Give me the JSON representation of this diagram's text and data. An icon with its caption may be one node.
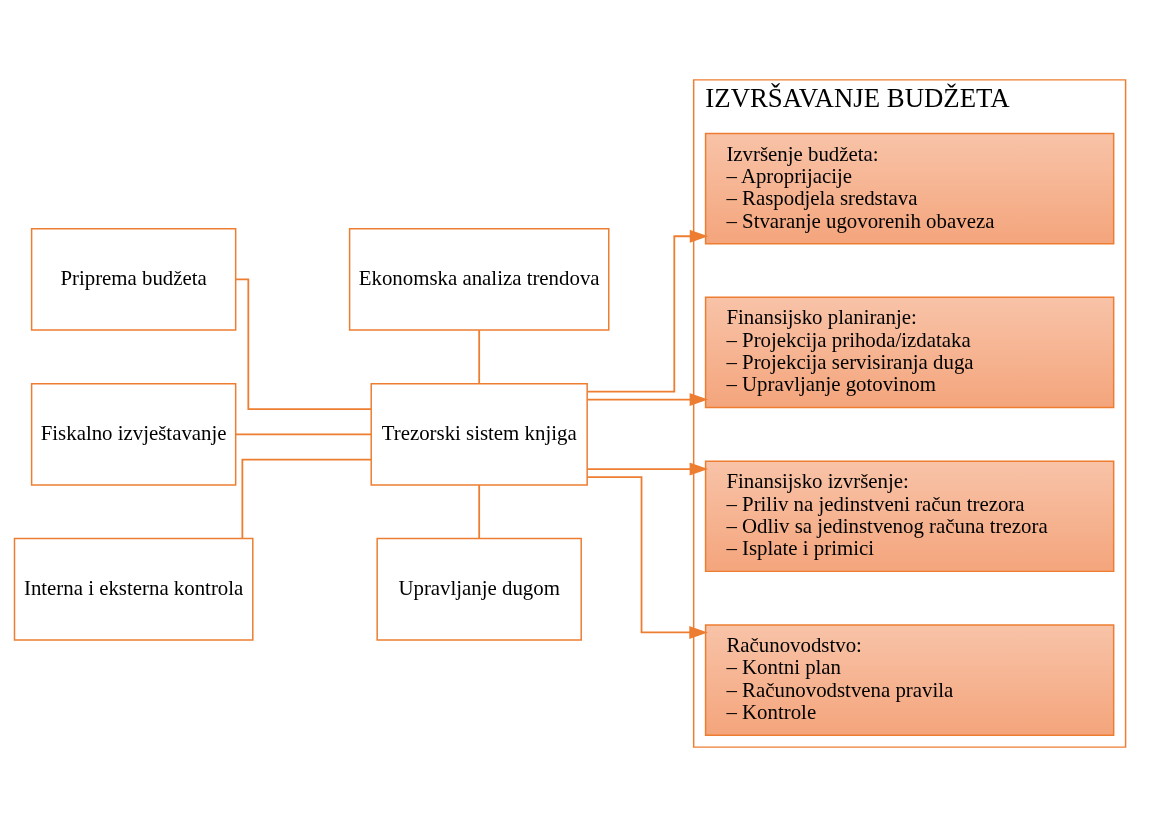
{
  "diagram": {
    "nodes": [
      {
        "text": [
          "Priprema budžeta"
        ]
      },
      {
        "text": [
          "Ekonomska analiza trendova"
        ]
      },
      {
        "text": [
          "Fiskalno izvještavanje"
        ]
      },
      {
        "text": [
          "Trezorski sistem knjiga"
        ]
      },
      {
        "text": [
          "Interna i eksterna kontrola"
        ]
      },
      {
        "text": [
          "Upravljanje dugom"
        ]
      },
      {
        "text": [
          "IZVRŠAVANJE BUDŽETA"
        ]
      },
      {
        "text": [
          "Izvršenje budžeta:",
          "– Aproprijacije",
          "– Raspodjela sredstava",
          "– Stvaranje ugovorenih obaveza"
        ],
        "in": 6
      },
      {
        "text": [
          "Finansijsko planiranje:",
          "– Projekcija prihoda/izdataka",
          "– Projekcija servisiranja duga",
          "– Upravljanje gotovinom"
        ],
        "in": 6
      },
      {
        "text": [
          "Finansijsko izvršenje:",
          "– Priliv na jedinstveni račun trezora",
          "– Odliv sa jedinstvenog računa trezora",
          "– Isplate i primici"
        ],
        "in": 6
      },
      {
        "text": [
          "Računovodstvo:",
          "– Kontni plan",
          "– Računovodstvena pravila",
          "– Kontrole"
        ],
        "in": 6
      }
    ],
    "edges": [
      {
        "from": 0,
        "to": 3,
        "arrow": "none"
      },
      {
        "from": 1,
        "to": 3,
        "arrow": "none"
      },
      {
        "from": 2,
        "to": 3,
        "arrow": "none"
      },
      {
        "from": 4,
        "to": 3,
        "arrow": "none"
      },
      {
        "from": 3,
        "to": 5,
        "arrow": "none"
      },
      {
        "from": 3,
        "to": 7,
        "arrow": "to"
      },
      {
        "from": 3,
        "to": 8,
        "arrow": "to"
      },
      {
        "from": 3,
        "to": 9,
        "arrow": "to"
      },
      {
        "from": 3,
        "to": 10,
        "arrow": "to"
      }
    ]
  }
}
